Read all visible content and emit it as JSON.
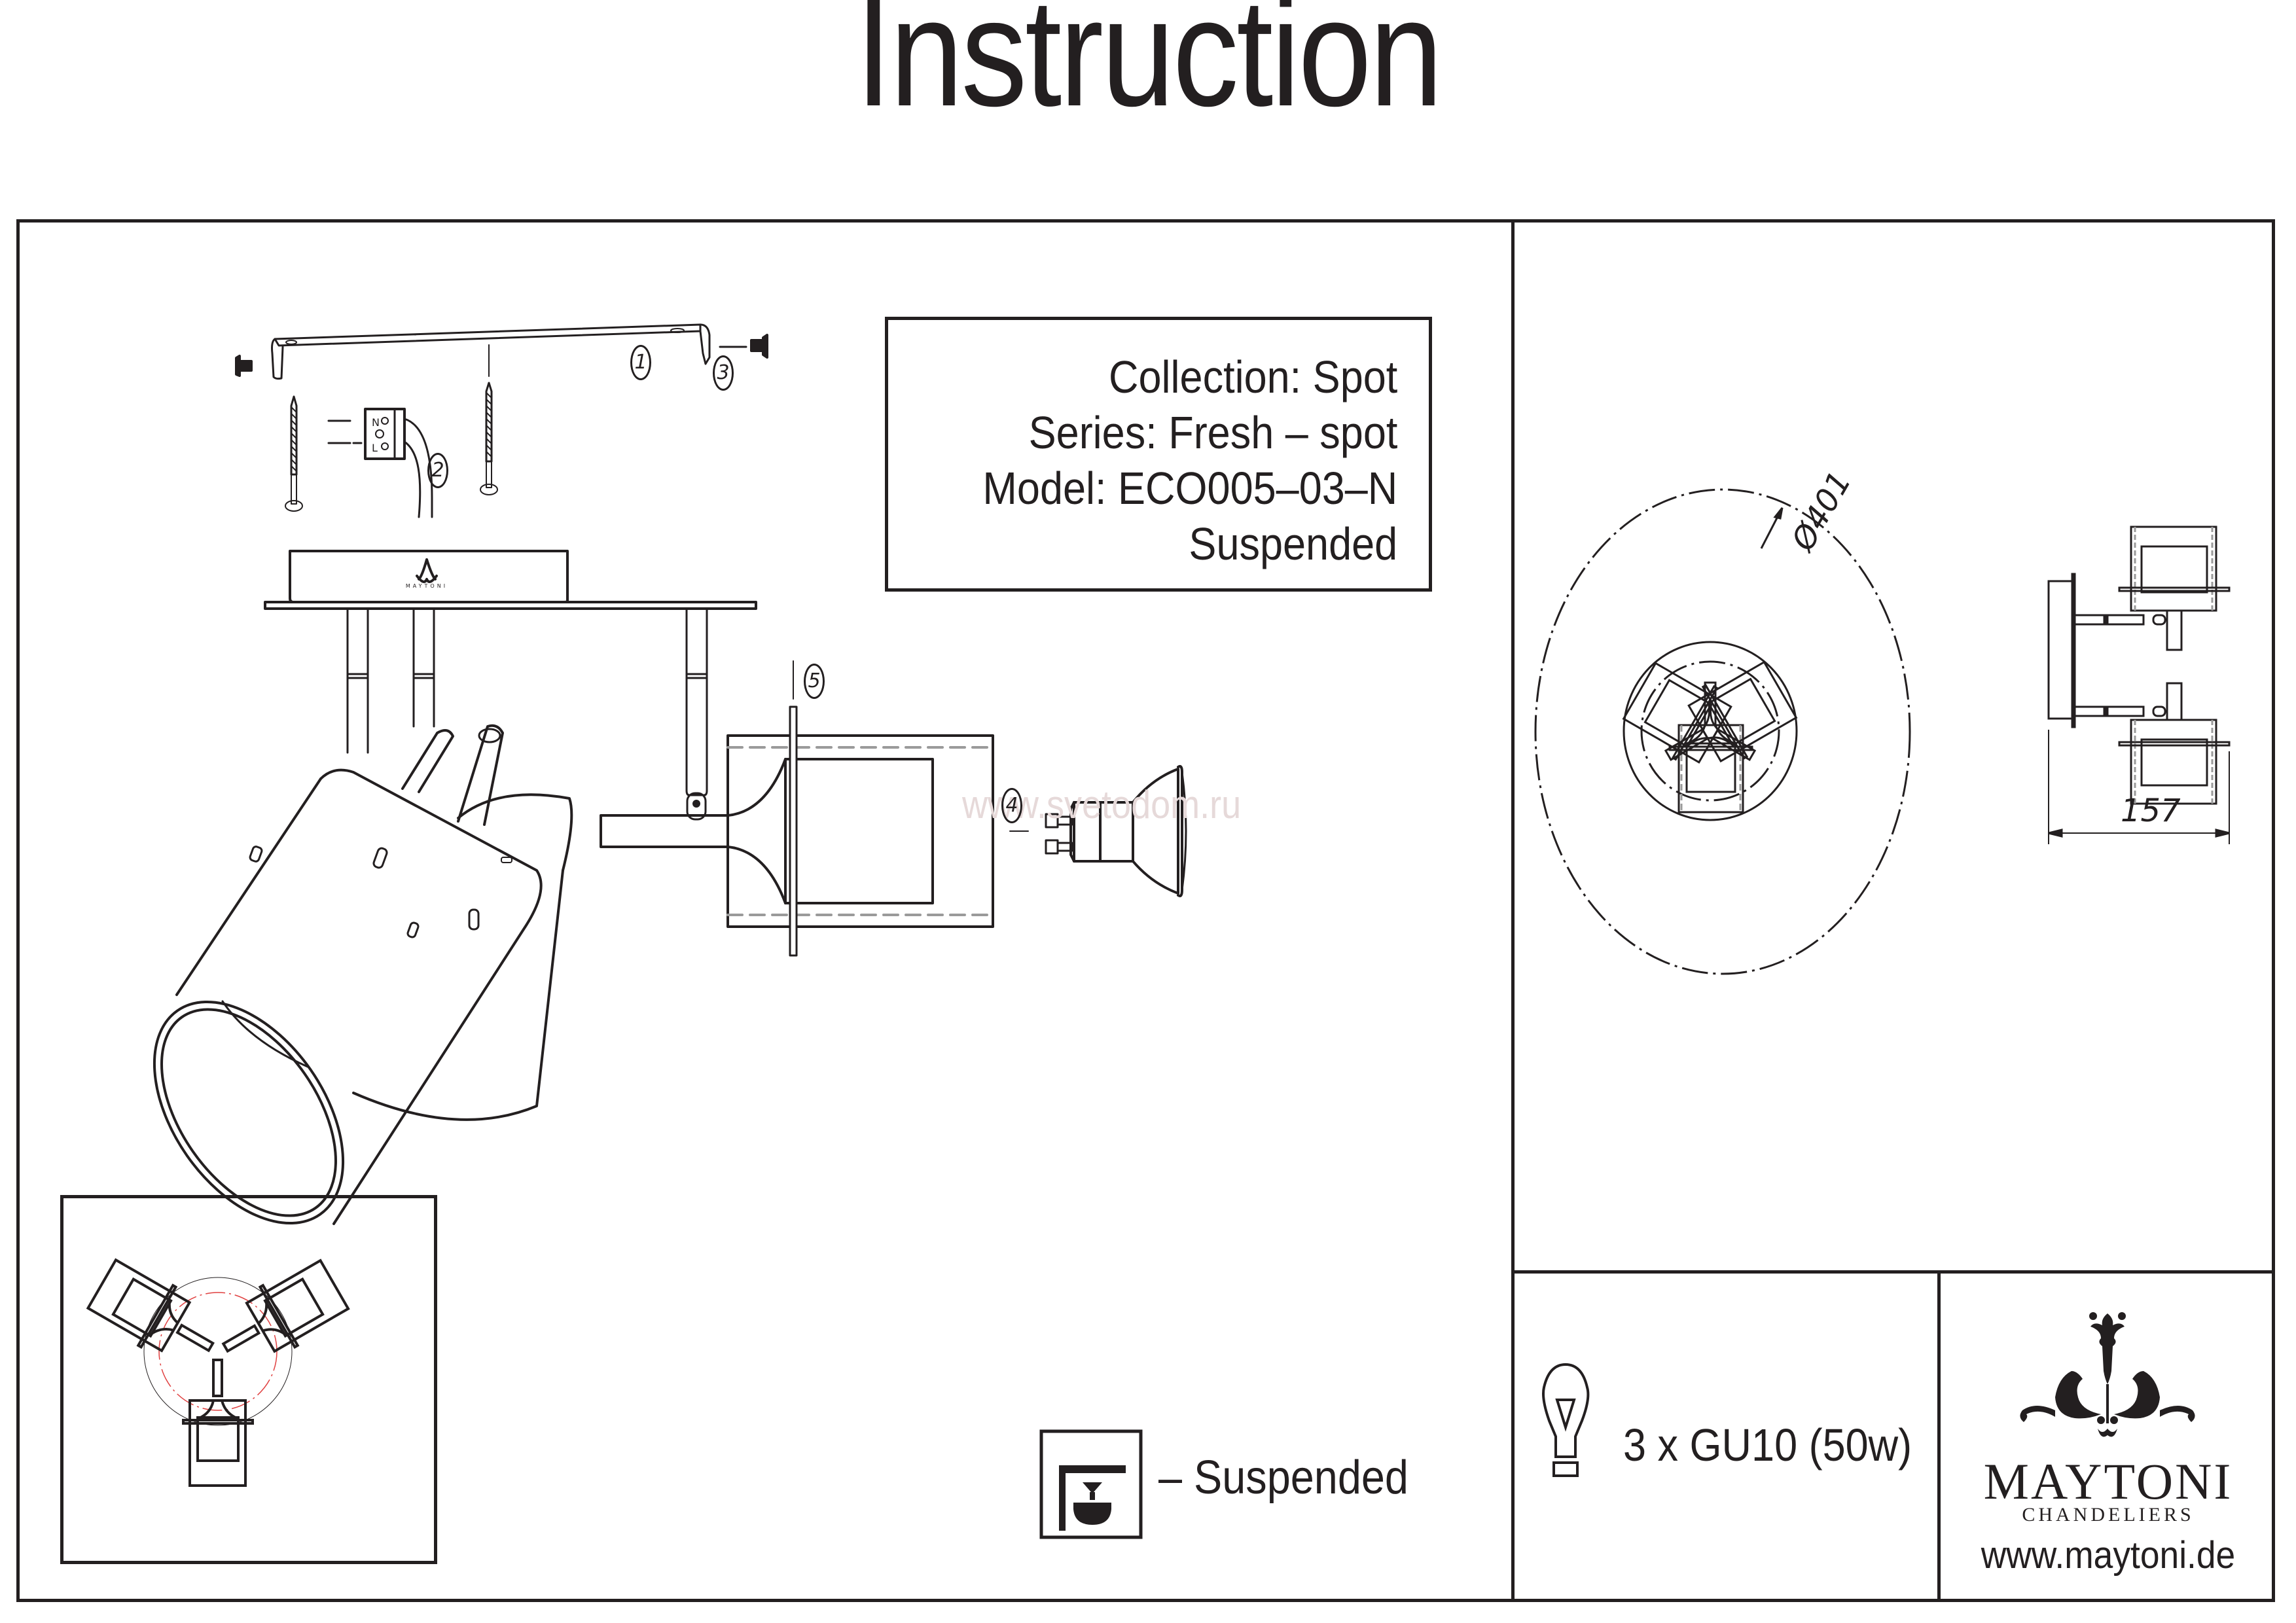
{
  "document": {
    "title": "Instruction"
  },
  "product_info": {
    "collection": "Collection: Spot",
    "series": "Series: Fresh – spot",
    "model": "Model: ECO005–03–N",
    "type": "Suspended"
  },
  "assembly_diagram": {
    "callouts": [
      "1",
      "2",
      "3",
      "4",
      "5"
    ],
    "canopy_logo_text": "MAYTONI",
    "terminal_labels": [
      "N",
      "L"
    ]
  },
  "dimensions": {
    "diameter_label": "Ø401",
    "depth_label": "157"
  },
  "legend": {
    "mount_type_label": "– Suspended",
    "mount_icon": "suspended-mount-icon"
  },
  "bulb_spec": {
    "icon": "light-bulb-icon",
    "text": "3 x GU10 (50w)"
  },
  "brand": {
    "name": "MAYTONI",
    "subtitle": "CHANDELIERS",
    "website": "www.maytoni.de"
  },
  "watermark": {
    "text": "www.svetodom.ru"
  },
  "colors": {
    "ink": "#231f20",
    "hidden_line": "#9a9a9a",
    "watermark": "#e6d9d9",
    "inset_center_line": "#e04040"
  }
}
